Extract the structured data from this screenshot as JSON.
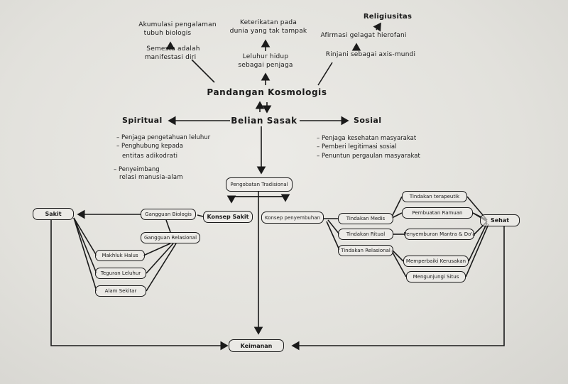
{
  "title": "Pandangan Kosmologis",
  "center": "Belian Sasak",
  "top": {
    "left": [
      "Akumulasi pengalaman",
      "tubuh biologis",
      "Semesta adalah",
      "manifestasi diri"
    ],
    "middle": [
      "Keterikatan pada",
      "dunia yang tak tampak",
      "Leluhur hidup",
      "sebagai penjaga"
    ],
    "right": [
      "Religiusitas",
      "Afirmasi gelagat hierofani",
      "Rinjani sebagai axis-mundi"
    ]
  },
  "spiritual": {
    "heading": "Spiritual",
    "items": [
      "Penjaga pengetahuan leluhur",
      "Penghubung kepada",
      "entitas adikodrati",
      "Penyeimbang",
      "relasi manusia-alam"
    ]
  },
  "sosial": {
    "heading": "Sosial",
    "items": [
      "Penjaga kesehatan masyarakat",
      "Pemberi legitimasi sosial",
      "Penuntun pergaulan masyarakat"
    ]
  },
  "boxes": {
    "pengobatan": "Pengobatan Tradisional",
    "konsep_sakit": "Konsep Sakit",
    "konsep_penyembuhan": "Konsep penyembuhan",
    "sakit": "Sakit",
    "sehat": "Sehat",
    "keimanan": "Keimanan",
    "gangguan_biologis": "Gangguan Biologis",
    "gangguan_relasional": "Gangguan Relasional",
    "makhluk_halus": "Makhluk Halus",
    "teguran_leluhur": "Teguran Leluhur",
    "alam_sekitar": "Alam Sekitar",
    "tindakan_medis": "Tindakan Medis",
    "tindakan_ritual": "Tindakan Ritual",
    "tindakan_relasional": "Tindakan Relasional",
    "tindakan_terapeutik": "Tindakan terapeutik",
    "pembuatan_ramuan": "Pembuatan Ramuan",
    "mantra": "Penyemburan Mantra & Do'a",
    "memperbaiki": "Memperbaiki Kerusakan",
    "mengunjungi": "Mengunjungi Situs"
  }
}
